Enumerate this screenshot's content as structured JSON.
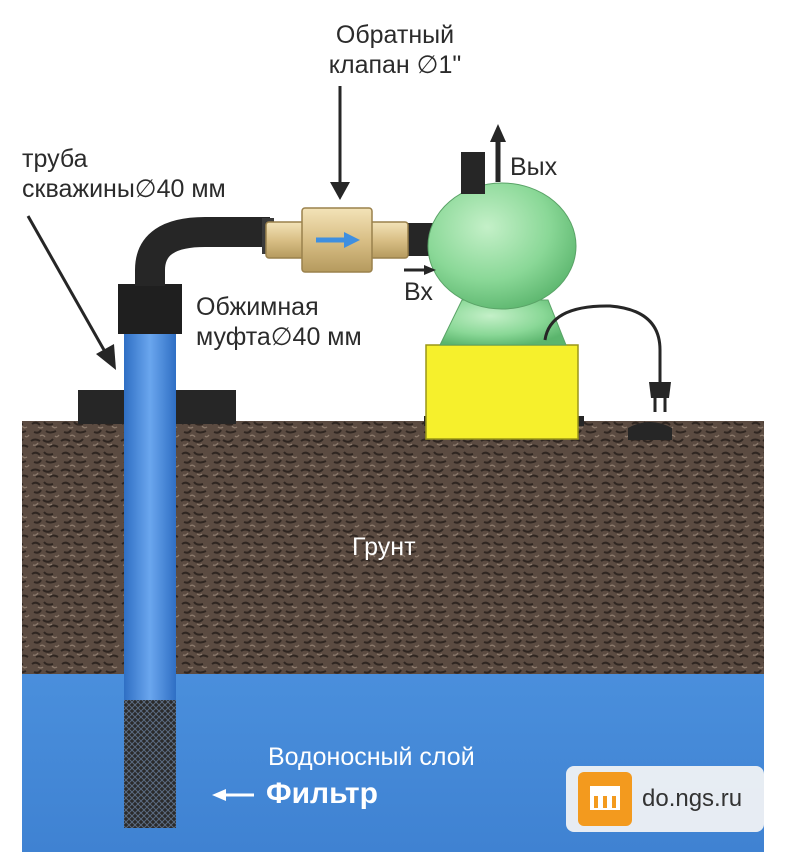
{
  "labels": {
    "check_valve_line1": "Обратный",
    "check_valve_line2": "клапан ∅1\"",
    "well_pipe_line1": "труба",
    "well_pipe_line2": "скважины∅40 мм",
    "coupling_line1": "Обжимная",
    "coupling_line2": "муфта∅40 мм",
    "outlet": "Вых",
    "inlet": "Вх",
    "soil": "Грунт",
    "aquifer": "Водоносный слой",
    "filter": "Фильтр"
  },
  "watermark": {
    "text": "do.ngs.ru"
  },
  "colors": {
    "soil": "#5a4a40",
    "water": "#4a8fdc",
    "pipe": "#4d87d6",
    "pump_body": "#8ad897",
    "pump_base": "#f6f02c",
    "valve": "#d9bf86",
    "hose": "#262626"
  }
}
